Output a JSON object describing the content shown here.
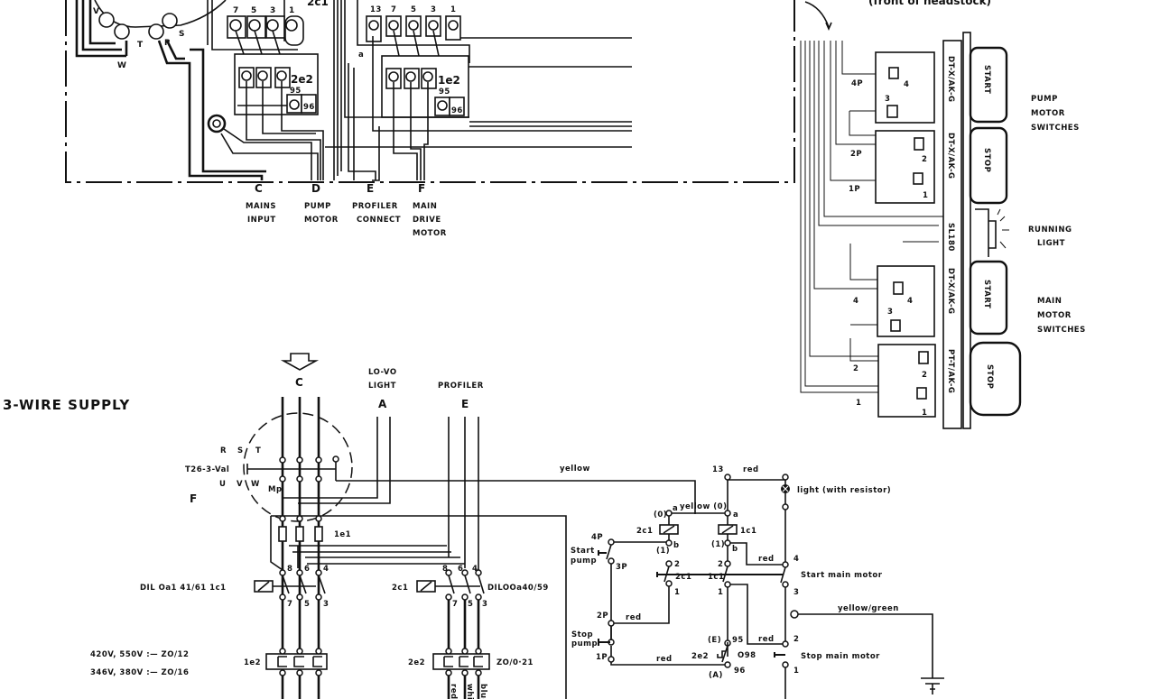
{
  "top_assembly": {
    "header_partial": "(front of headstock)",
    "contactor_label": "2c1",
    "motor_terminals": {
      "v": "V",
      "w": "W",
      "t": "T",
      "r": "R",
      "s": "S"
    },
    "block_left_terminals": [
      "7",
      "5",
      "3",
      "1"
    ],
    "block_right_terminals": [
      "13",
      "7",
      "5",
      "3",
      "1"
    ],
    "overload_left": {
      "label": "2e2",
      "t95": "95",
      "t96": "96"
    },
    "overload_right": {
      "label": "1e2",
      "t95": "95",
      "t96": "96"
    },
    "a_mark": "a",
    "connectors": [
      {
        "letter": "C",
        "line1": "MAINS",
        "line2": "INPUT"
      },
      {
        "letter": "D",
        "line1": "PUMP",
        "line2": "MOTOR"
      },
      {
        "letter": "E",
        "line1": "PROFILER",
        "line2": "CONNECT"
      },
      {
        "letter": "F",
        "line1": "MAIN",
        "line2": "DRIVE",
        "line3": "MOTOR"
      }
    ]
  },
  "panel": {
    "strip_labels": [
      "DT-X/AK-G",
      "DT-X/AK-G",
      "SL180",
      "DT-X/AK-G",
      "PT-T/AK-G"
    ],
    "buttons": [
      "START",
      "STOP",
      "START",
      "STOP"
    ],
    "groups": {
      "pump": [
        "PUMP",
        "MOTOR",
        "SWITCHES"
      ],
      "light": [
        "RUNNING",
        "LIGHT"
      ],
      "main": [
        "MAIN",
        "MOTOR",
        "SWITCHES"
      ]
    },
    "wire_labels": {
      "p4": "4P",
      "t3": "3",
      "t4": "4",
      "p2": "2P",
      "t2": "2",
      "p1": "1P",
      "t1": "1",
      "m4": "4",
      "mt4": "4",
      "mt3": "3",
      "m2": "2",
      "mt2": "2",
      "m1": "1",
      "mt1": "1"
    }
  },
  "schematic": {
    "title": "3-WIRE SUPPLY",
    "supply_letter": "C",
    "lovo": {
      "line1": "LO-VO",
      "line2": "LIGHT",
      "letter": "A"
    },
    "profiler": {
      "label": "PROFILER",
      "letter": "E"
    },
    "switch_label": "T26-3-Val",
    "switch_letter": "F",
    "rst": [
      "R",
      "S",
      "T"
    ],
    "uvw": [
      "U",
      "V",
      "W",
      "Mp"
    ],
    "fuse_label": "1e1",
    "c1": {
      "label": "DIL Oa1 41/61  1c1",
      "top": [
        "8",
        "6",
        "4"
      ],
      "bottom": [
        "7",
        "5",
        "3"
      ]
    },
    "c2": {
      "label": "2c1",
      "type": "DILOOa40/59",
      "top": [
        "8",
        "6",
        "4"
      ],
      "bottom": [
        "7",
        "5",
        "3"
      ]
    },
    "e1": {
      "label": "1e2",
      "rating1": "420V, 550V :— ZO/12",
      "rating2": "346V, 380V :— ZO/16"
    },
    "e2": {
      "label": "2e2",
      "rating": "ZO/0·21",
      "wires": [
        "red",
        "white",
        "blue"
      ]
    }
  },
  "control": {
    "yellow1": "yellow",
    "yellow2": "yellow (0)",
    "zero1": "(0)",
    "a1": "a",
    "a2": "a",
    "coil2": "2c1",
    "coil1": "1c1",
    "one1": "(1)",
    "one2": "(1)",
    "b1": "b",
    "b2": "b",
    "p4": "4P",
    "p3": "3P",
    "p2": "2P",
    "p1": "1P",
    "start_pump": [
      "Start",
      "pump"
    ],
    "stop_pump": [
      "Stop",
      "pump"
    ],
    "c2_contact": {
      "t2": "2",
      "label": "2c1",
      "t1": "1"
    },
    "c1_contact": {
      "t2": "2",
      "label": "1c1",
      "t1": "1"
    },
    "red": [
      "red",
      "red",
      "red",
      "red",
      "red"
    ],
    "t13": "13",
    "light": "light  (with resistor)",
    "start_main": "Start main motor",
    "stop_main": "Stop main motor",
    "m4": "4",
    "m3": "3",
    "m2": "2",
    "m1": "1",
    "yellow_green": "yellow/green",
    "ol": {
      "e": "(E)",
      "t95": "95",
      "label": "2e2",
      "t98": "O98",
      "t96": "96",
      "a": "(A)"
    }
  }
}
